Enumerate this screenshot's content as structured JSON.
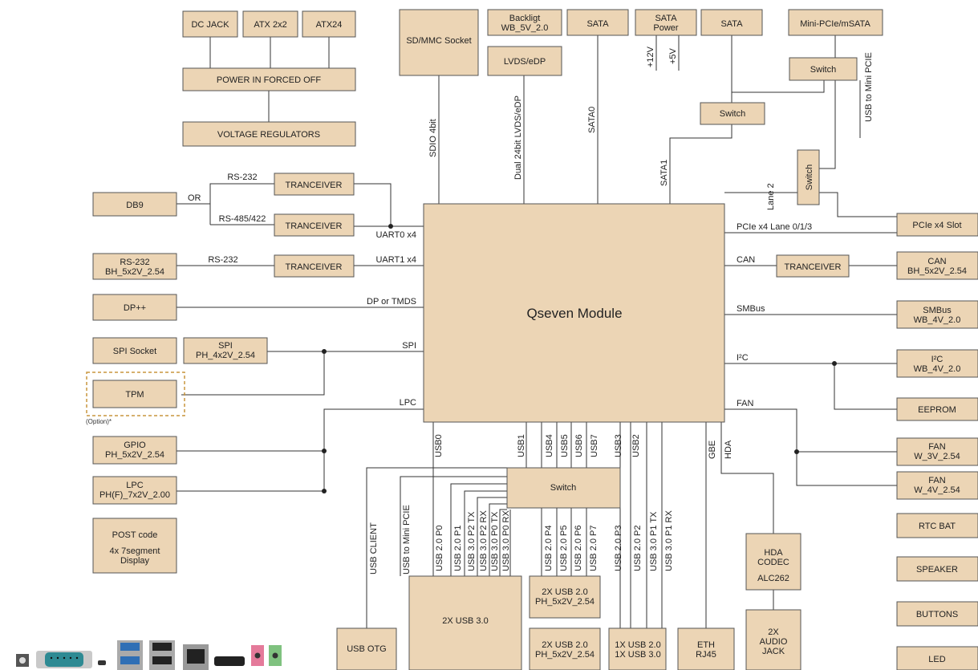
{
  "boxes": {
    "dc_jack": "DC JACK",
    "atx2x2": "ATX 2x2",
    "atx24": "ATX24",
    "power_in": "POWER IN FORCED OFF",
    "voltage_reg": "VOLTAGE  REGULATORS",
    "sd_mmc": "SD/MMC Socket",
    "backlight": [
      "Backligt",
      "WB_5V_2.0"
    ],
    "lvds": "LVDS/eDP",
    "sata1_box": "SATA",
    "sata_power": [
      "SATA",
      "Power"
    ],
    "sata2_box": "SATA",
    "mini_pcie_msata": "Mini-PCIe/mSATA",
    "switch_a": "Switch",
    "switch_b": "Switch",
    "switch_v": "Switch",
    "db9": "DB9",
    "tranceiver": "TRANCEIVER",
    "rs232_bh": [
      "RS-232",
      "BH_5x2V_2.54"
    ],
    "dp": "DP++",
    "spi_socket": "SPI Socket",
    "spi_ph": [
      "SPI",
      "PH_4x2V_2.54"
    ],
    "tpm": "TPM",
    "gpio": [
      "GPIO",
      "PH_5x2V_2.54"
    ],
    "lpc": [
      "LPC",
      "PH(F)_7x2V_2.00"
    ],
    "post_code": [
      "POST code",
      "4x 7segment",
      "Display"
    ],
    "qseven": "Qseven Module",
    "pcie_slot": "PCIe x4 Slot",
    "can": [
      "CAN",
      "BH_5x2V_2.54"
    ],
    "smbus": [
      "SMBus",
      "WB_4V_2.0"
    ],
    "i2c": [
      "I²C",
      "WB_4V_2.0"
    ],
    "eeprom": "EEPROM",
    "fan3": [
      "FAN",
      "W_3V_2.54"
    ],
    "fan4": [
      "FAN",
      "W_4V_2.54"
    ],
    "rtc_bat": "RTC BAT",
    "speaker": "SPEAKER",
    "buttons": "BUTTONS",
    "led": "LED",
    "switch_usb": "Switch",
    "hda_codec": [
      "HDA",
      "CODEC",
      "ALC262"
    ],
    "audio_jack": [
      "2X",
      "AUDIO",
      "JACK"
    ],
    "usb_otg": "USB OTG",
    "usb30_2x": "2X USB 3.0",
    "usb20_2x_a": [
      "2X USB 2.0",
      "PH_5x2V_2.54"
    ],
    "usb20_2x_b": [
      "2X USB 2.0",
      "PH_5x2V_2.54"
    ],
    "usb_1x": [
      "1X USB 2.0",
      "1X USB 3.0"
    ],
    "eth": [
      "ETH",
      "RJ45"
    ]
  },
  "labels": {
    "rs232_top": "RS-232",
    "or": "OR",
    "rs485": "RS-485/422",
    "uart0": "UART0 x4",
    "rs232_mid": "RS-232",
    "uart1": "UART1 x4",
    "dp_tmds": "DP or TMDS",
    "spi": "SPI",
    "lpc": "LPC",
    "option": "(Option)*",
    "pcie_lanes": "PCIe x4 Lane 0/1/3",
    "can": "CAN",
    "smbus": "SMBus",
    "i2c": "I²C",
    "fan": "FAN",
    "sdio": "SDIO 4bit",
    "lvds_dual": "Dual 24bit LVDS/eDP",
    "sata0": "SATA0",
    "sata1": "SATA1",
    "plus12v": "+12V",
    "plus5v": "+5V",
    "usb_mini_pcie_right": "USB to Mini PCIE",
    "lane2": "Lane 2",
    "usb0": "USB0",
    "usb1": "USB1",
    "usb4": "USB4",
    "usb5": "USB5",
    "usb6": "USB6",
    "usb7": "USB7",
    "usb3": "USB3",
    "usb2": "USB2",
    "gbe": "GBE",
    "hda": "HDA",
    "usb_client": "USB CLIENT",
    "usb_mini_pcie_bottom": "USB to Mini PCIE",
    "usb20p0": "USB 2.0 P0",
    "usb20p1": "USB 2.0 P1",
    "usb30p2tx": "USB 3.0 P2 TX",
    "usb30p2rx": "USB 3.0 P2 RX",
    "usb30p0tx": "USB 3.0 P0 TX",
    "usb30p0rx": "USB 3.0 P0 RX",
    "usb20p4": "USB 2.0 P4",
    "usb20p5": "USB 2.0 P5",
    "usb20p6": "USB 2.0 P6",
    "usb20p7": "USB 2.0 P7",
    "usb20p3": "USB 2.0 P3",
    "usb20p2": "USB 2.0 P2",
    "usb30p1tx": "USB 3.0 P1 TX",
    "usb30p1rx": "USB 3.0 P1 RX"
  },
  "colors": {
    "box_fill": "#ecd5b5",
    "box_stroke": "#555555",
    "tpm_dash": "#c8963e",
    "line": "#333333"
  }
}
